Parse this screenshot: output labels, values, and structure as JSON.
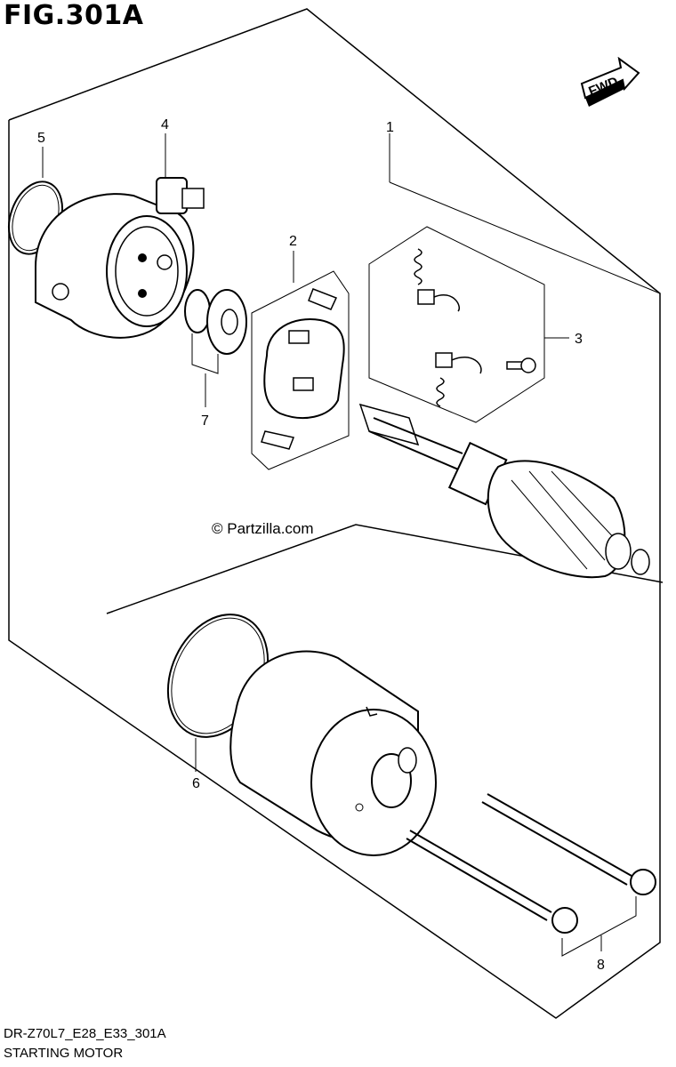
{
  "header": {
    "title": "FIG.301A",
    "fwd_label": "FWD"
  },
  "watermark": "© Partzilla.com",
  "callouts": [
    {
      "id": "1",
      "label": "1"
    },
    {
      "id": "2",
      "label": "2"
    },
    {
      "id": "3",
      "label": "3"
    },
    {
      "id": "4",
      "label": "4"
    },
    {
      "id": "5",
      "label": "5"
    },
    {
      "id": "6",
      "label": "6"
    },
    {
      "id": "7",
      "label": "7"
    },
    {
      "id": "8",
      "label": "8"
    }
  ],
  "footer": {
    "code": "DR-Z70L7_E28_E33_301A",
    "name": "STARTING MOTOR"
  }
}
